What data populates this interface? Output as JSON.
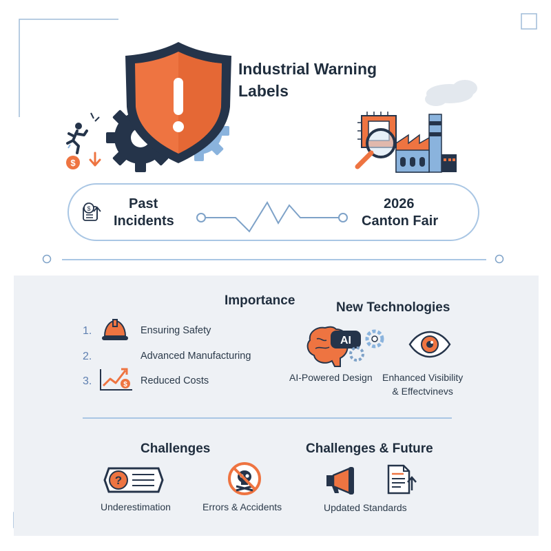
{
  "header": {
    "title_line1": "Industrial Warning",
    "title_line2": "Labels"
  },
  "timeline": {
    "left_label_line1": "Past",
    "left_label_line2": "Incidents",
    "right_label_line1": "2026",
    "right_label_line2": "Canton Fair"
  },
  "importance": {
    "heading": "Importance",
    "items": [
      {
        "num": "1.",
        "label": "Ensuring Safety",
        "icon": "hard-hat-icon"
      },
      {
        "num": "2.",
        "label": "Advanced Manufacturing",
        "icon": ""
      },
      {
        "num": "3.",
        "label": "Reduced Costs",
        "icon": "cost-chart-icon"
      }
    ]
  },
  "new_technologies": {
    "heading": "New Technologies",
    "items": [
      {
        "label_line1": "AI-Powered Design",
        "label_line2": "",
        "badge": "AI",
        "icon": "ai-brain-icon"
      },
      {
        "label_line1": "Enhanced Visibility",
        "label_line2": "& Effectvinevs",
        "icon": "eye-icon"
      }
    ]
  },
  "challenges": {
    "heading": "Challenges",
    "items": [
      {
        "label": "Underestimation",
        "icon": "question-label-icon"
      },
      {
        "label": "Errors & Accidents",
        "icon": "no-accident-icon"
      }
    ]
  },
  "challenges_future": {
    "heading": "Challenges & Future",
    "items": [
      {
        "label": "Updated Standards",
        "icon": "megaphone-icon"
      },
      {
        "label": "",
        "icon": "document-update-icon"
      }
    ]
  },
  "colors": {
    "accent_orange": "#ee7441",
    "navy": "#25344a",
    "light_blue": "#a9c6e4",
    "panel_bg": "#eef1f5"
  }
}
